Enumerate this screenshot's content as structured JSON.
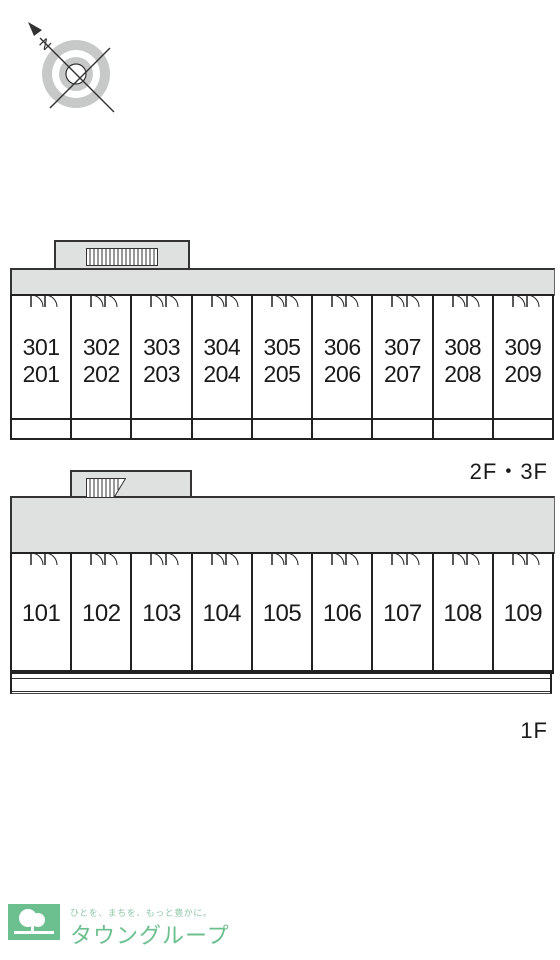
{
  "compass": {
    "north_label": "N"
  },
  "floors": [
    {
      "id": "upper",
      "label": "2F・3F",
      "rooms": [
        {
          "top": "301",
          "bottom": "201"
        },
        {
          "top": "302",
          "bottom": "202"
        },
        {
          "top": "303",
          "bottom": "203"
        },
        {
          "top": "304",
          "bottom": "204"
        },
        {
          "top": "305",
          "bottom": "205"
        },
        {
          "top": "306",
          "bottom": "206"
        },
        {
          "top": "307",
          "bottom": "207"
        },
        {
          "top": "308",
          "bottom": "208"
        },
        {
          "top": "309",
          "bottom": "209"
        }
      ]
    },
    {
      "id": "ground",
      "label": "1F",
      "rooms": [
        {
          "top": "101"
        },
        {
          "top": "102"
        },
        {
          "top": "103"
        },
        {
          "top": "104"
        },
        {
          "top": "105"
        },
        {
          "top": "106"
        },
        {
          "top": "107"
        },
        {
          "top": "108"
        },
        {
          "top": "109"
        }
      ]
    }
  ],
  "logo": {
    "tagline": "ひとを、まちを、もっと豊かに。",
    "name": "タウングループ",
    "brand_color": "#6cbf8e"
  }
}
